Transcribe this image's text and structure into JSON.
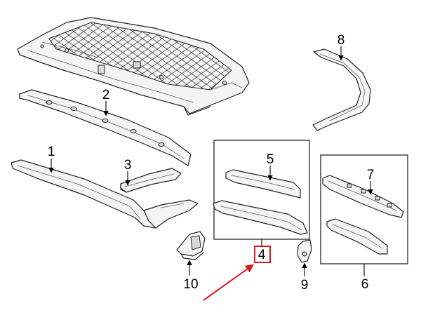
{
  "callouts": [
    {
      "id": "1",
      "label": "1"
    },
    {
      "id": "2",
      "label": "2"
    },
    {
      "id": "3",
      "label": "3"
    },
    {
      "id": "4",
      "label": "4"
    },
    {
      "id": "5",
      "label": "5"
    },
    {
      "id": "6",
      "label": "6"
    },
    {
      "id": "7",
      "label": "7"
    },
    {
      "id": "8",
      "label": "8"
    },
    {
      "id": "9",
      "label": "9"
    },
    {
      "id": "10",
      "label": "10"
    }
  ],
  "highlight": {
    "callout": "4",
    "color": "#e01b1b"
  },
  "colors": {
    "line": "#222222",
    "highlight": "#e01b1b"
  }
}
